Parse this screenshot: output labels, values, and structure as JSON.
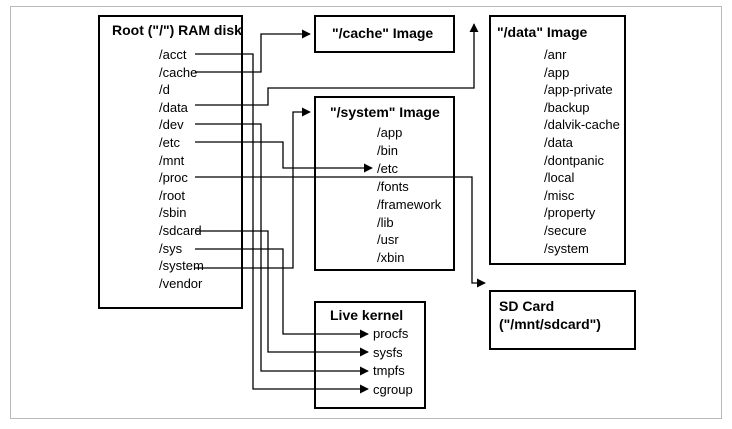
{
  "root": {
    "title": "Root (\"/\") RAM disk",
    "items": [
      "/acct",
      "/cache",
      "/d",
      "/data",
      "/dev",
      "/etc",
      "/mnt",
      "/proc",
      "/root",
      "/sbin",
      "/sdcard",
      "/sys",
      "/system",
      "/vendor"
    ]
  },
  "cache": {
    "title": "\"/cache\" Image"
  },
  "data": {
    "title": "\"/data\" Image",
    "items": [
      "/anr",
      "/app",
      "/app-private",
      "/backup",
      "/dalvik-cache",
      "/data",
      "/dontpanic",
      "/local",
      "/misc",
      "/property",
      "/secure",
      "/system"
    ]
  },
  "system": {
    "title": "\"/system\" Image",
    "items": [
      "/app",
      "/bin",
      "/etc",
      "/fonts",
      "/framework",
      "/lib",
      "/usr",
      "/xbin"
    ]
  },
  "kernel": {
    "title": "Live kernel",
    "items": [
      "procfs",
      "sysfs",
      "tmpfs",
      "cgroup"
    ]
  },
  "sdcard": {
    "title_line1": "SD Card",
    "title_line2": "(\"/mnt/sdcard\")"
  }
}
